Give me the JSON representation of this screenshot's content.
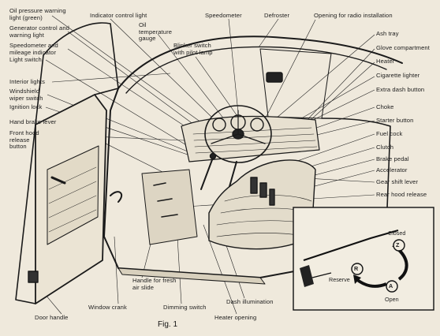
{
  "labels": {
    "oil_pressure": "Oil pressure warning light (green)",
    "indicator_control": "Indicator control light",
    "oil_temp": "Oil temperature gauge",
    "speedometer": "Speedometer",
    "defroster": "Defroster",
    "radio_opening": "Opening for radio installation",
    "generator": "Generator control and warning light",
    "blinker_switch": "Blinker switch with pilot lamp",
    "ash_tray": "Ash tray",
    "speedo_mileage": "Speedometer and mileage indicator",
    "glove": "Glove compartment",
    "light_switch": "Light switch",
    "heater": "Heater",
    "cig_lighter": "Cigarette lighter",
    "interior_lights": "Interior lights",
    "extra_dash": "Extra dash button",
    "wiper_switch": "Windshield wiper switch",
    "ignition": "Ignition lock",
    "choke": "Choke",
    "hand_brake": "Hand brake lever",
    "starter": "Starter button",
    "front_hood": "Front hood release button",
    "fuel_cock": "Fuel cock",
    "clutch": "Clutch",
    "brake_pedal": "Brake pedal",
    "accelerator": "Accelerator",
    "gear_shift": "Gear shift lever",
    "rear_hood": "Rear hood release",
    "fresh_air": "Handle for fresh air slide",
    "window_crank": "Window crank",
    "dimming": "Dimming switch",
    "dash_illum": "Dash illumination",
    "door_handle": "Door handle",
    "heater_opening": "Heater opening",
    "figure": "Fig. 1"
  },
  "inset": {
    "closed": "Closed",
    "reserve": "Reserve",
    "open": "Open",
    "z": "Z",
    "r": "R",
    "a": "A"
  }
}
